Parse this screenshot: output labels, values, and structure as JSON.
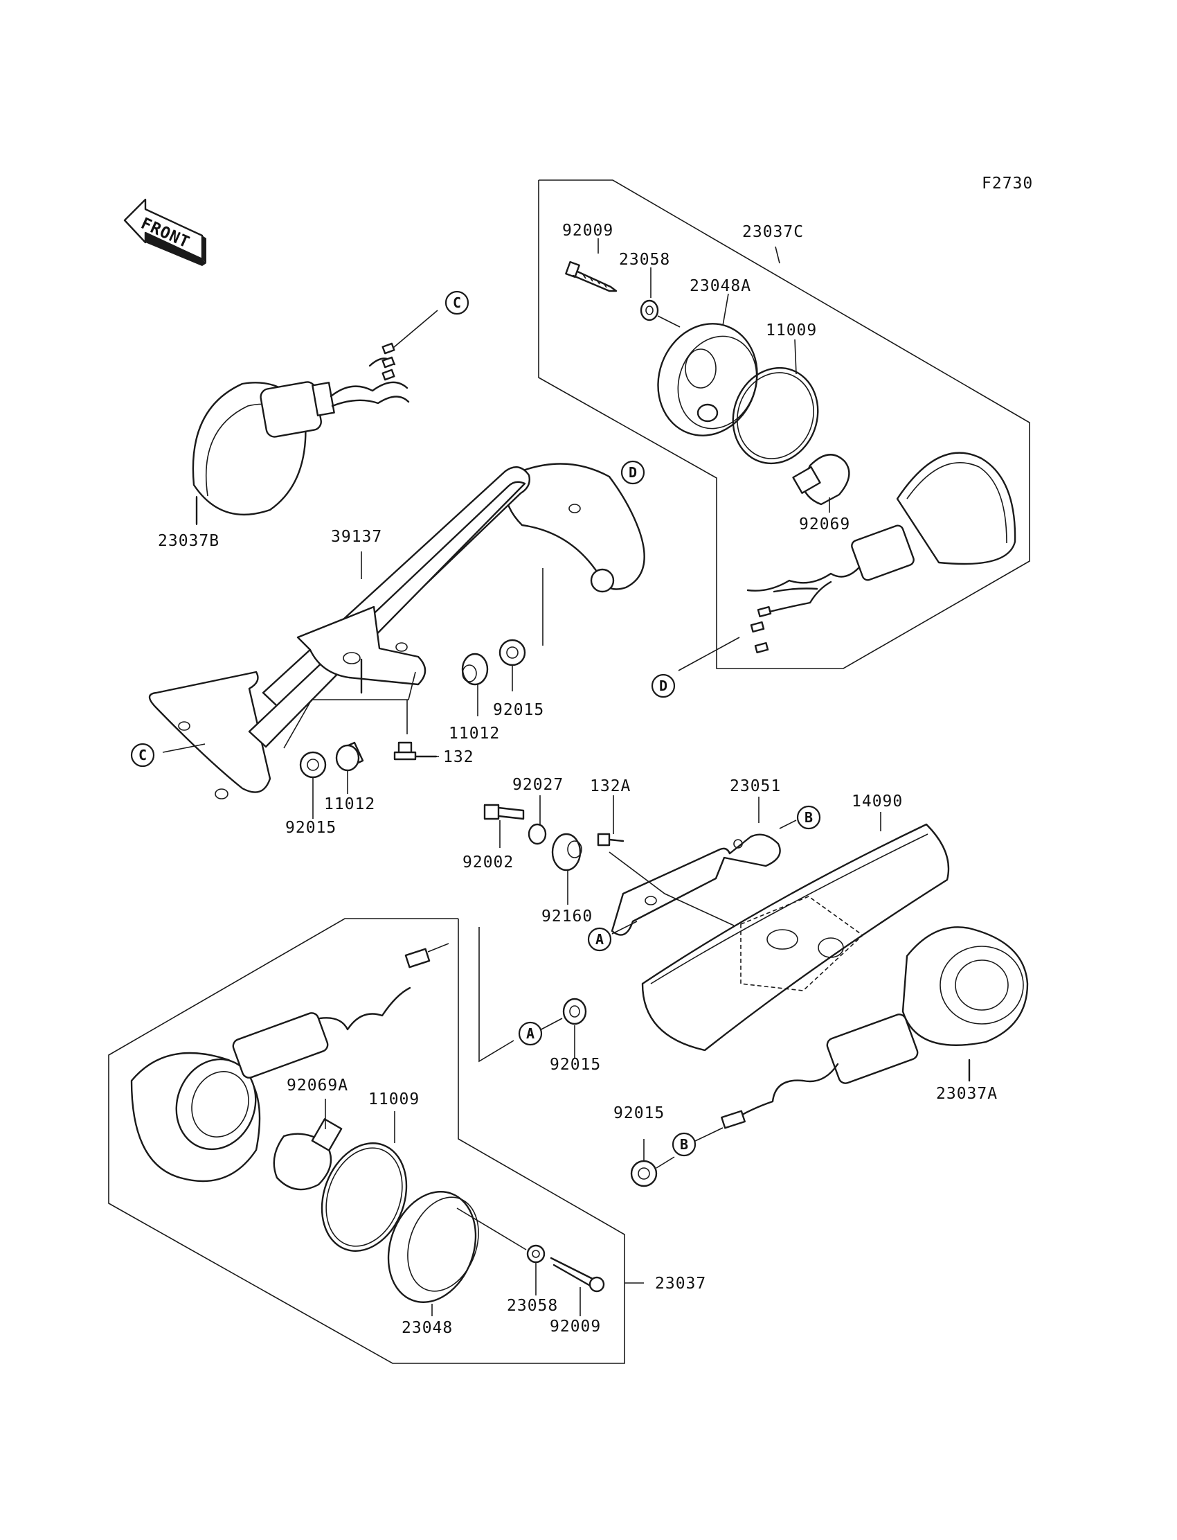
{
  "figure_code": "F2730",
  "front_label": "FRONT",
  "refs": {
    "a": "A",
    "b": "B",
    "c": "C",
    "d": "D"
  },
  "parts": {
    "p92009_top": "92009",
    "p23037C": "23037C",
    "p23058_top": "23058",
    "p23048A": "23048A",
    "p11009_top": "11009",
    "p92069": "92069",
    "p23037B": "23037B",
    "p39137": "39137",
    "p92015_mid": "92015",
    "p11012_mid": "11012",
    "p132": "132",
    "p11012_left": "11012",
    "p92015_left": "92015",
    "p92027": "92027",
    "p132A": "132A",
    "p23051": "23051",
    "p14090": "14090",
    "p92002": "92002",
    "p92160": "92160",
    "p92015_low": "92015",
    "p23037A": "23037A",
    "p92069A": "92069A",
    "p11009_low": "11009",
    "p92015_right": "92015",
    "p23037": "23037",
    "p23058_low": "23058",
    "p92009_low": "92009",
    "p23048": "23048"
  }
}
